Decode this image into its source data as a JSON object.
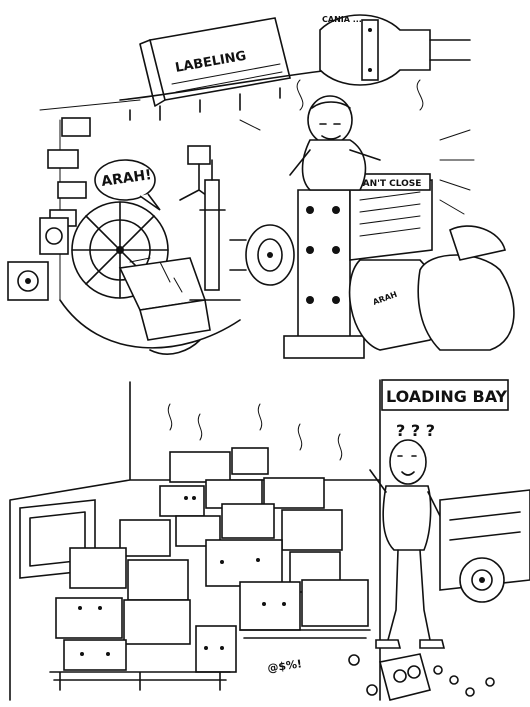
{
  "panels": {
    "top": {
      "wall_banner_text": "LABELING",
      "speech_bubble_text": "ARAH!",
      "machine_plate_text": "CAN'T CLOSE"
    },
    "bottom": {
      "loading_bay_sign": "LOADING BAY",
      "question_marks": "? ? ?",
      "scribble_text": "@$%!"
    }
  },
  "colors": {
    "ink": "#111111",
    "paper": "#ffffff"
  }
}
